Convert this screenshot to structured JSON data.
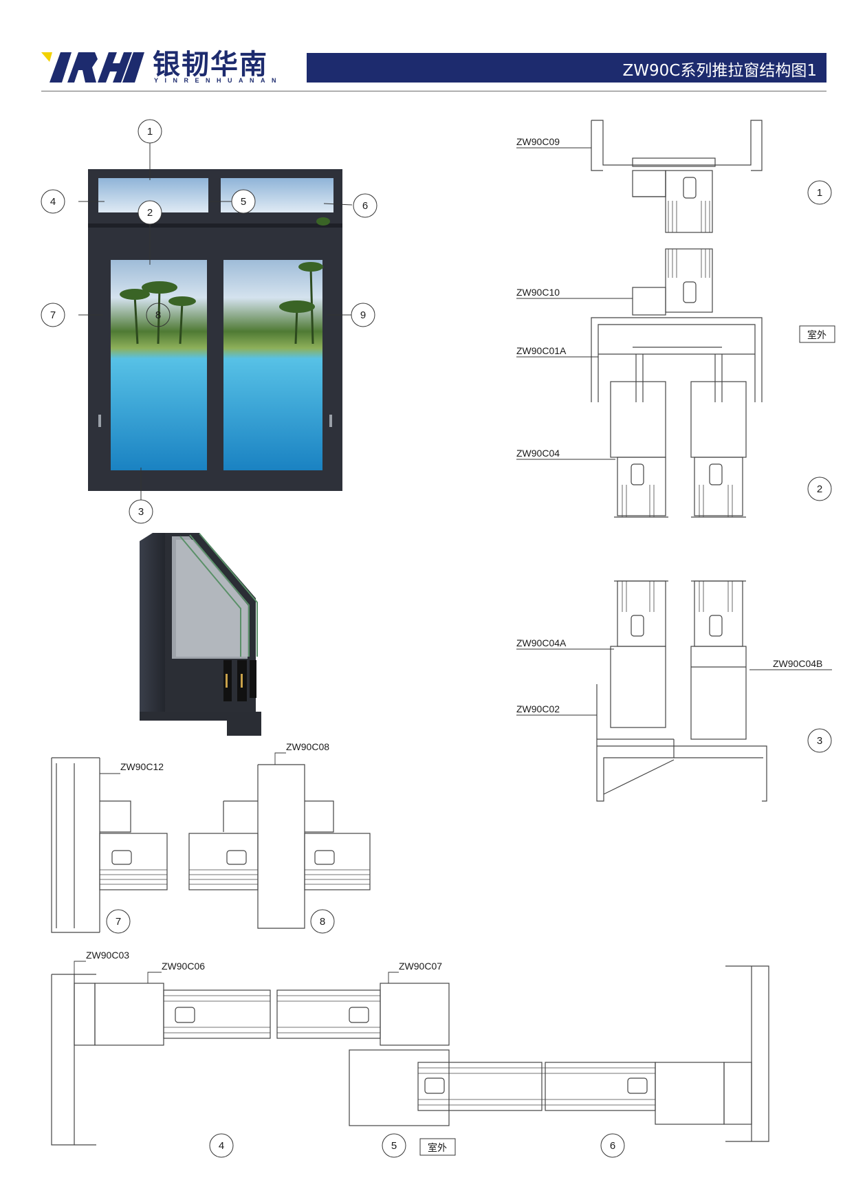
{
  "brand": {
    "logo_text": "YRHN",
    "name_cn": "银韧华南",
    "name_en": "YINRENHUANAN"
  },
  "header": {
    "title": "ZW90C系列推拉窗结构图1"
  },
  "colors": {
    "brand_navy": "#1d2b6e",
    "logo_yellow": "#f2d200",
    "frame_dark": "#2e313a"
  },
  "window_callouts": [
    "1",
    "2",
    "3",
    "4",
    "5",
    "6",
    "7",
    "8",
    "9"
  ],
  "section_numbers": {
    "s1": "1",
    "s2": "2",
    "s3": "3",
    "s4": "4",
    "s5": "5",
    "s6": "6",
    "s7": "7",
    "s8": "8"
  },
  "profile_labels": {
    "c09": "ZW90C09",
    "c10": "ZW90C10",
    "c01a": "ZW90C01A",
    "c04": "ZW90C04",
    "c04a": "ZW90C04A",
    "c04b": "ZW90C04B",
    "c02": "ZW90C02",
    "c12": "ZW90C12",
    "c08": "ZW90C08",
    "c03": "ZW90C03",
    "c06": "ZW90C06",
    "c07": "ZW90C07"
  },
  "outdoor_label": "室外"
}
